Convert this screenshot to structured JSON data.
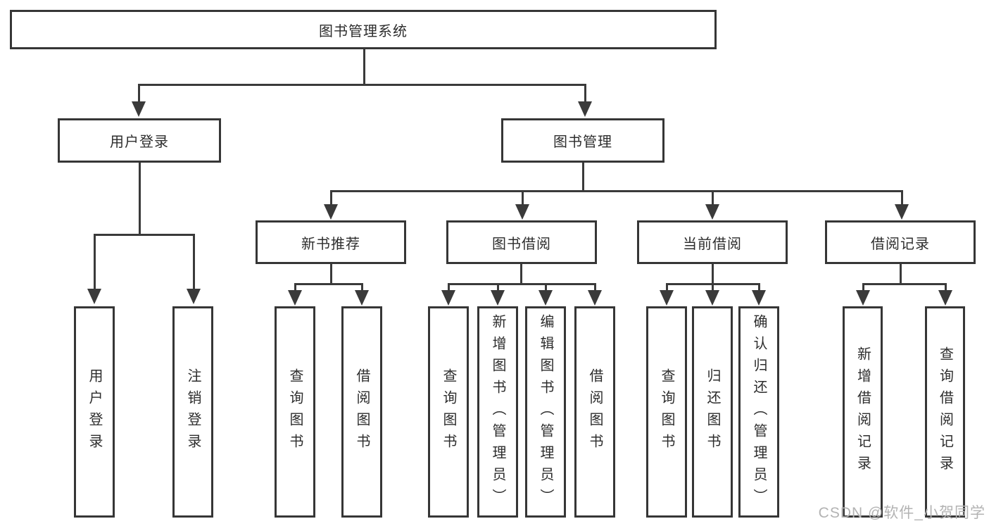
{
  "colors": {
    "background": "#ffffff",
    "line": "#3a3a3a",
    "box_border": "#363636",
    "text": "#2d2d2d",
    "watermark": "#b3b3b3"
  },
  "watermark": "CSDN @软件_小贺同学",
  "diagram": {
    "root": "图书管理系统",
    "level2": {
      "user_login": "用户登录",
      "book_mgmt": "图书管理"
    },
    "level3": {
      "new_books": "新书推荐",
      "borrowing": "图书借阅",
      "current": "当前借阅",
      "records": "借阅记录"
    },
    "leaves": {
      "user_login_1": "用户登录",
      "user_login_2": "注销登录",
      "new_books_1": "查询图书",
      "new_books_2": "借阅图书",
      "borrowing_1": "查询图书",
      "borrowing_2": "新增图书（管理员）",
      "borrowing_3": "编辑图书（管理员）",
      "borrowing_4": "借阅图书",
      "current_1": "查询图书",
      "current_2": "归还图书",
      "current_3": "确认归还（管理员）",
      "records_1": "新增借阅记录",
      "records_2": "查询借阅记录"
    }
  }
}
